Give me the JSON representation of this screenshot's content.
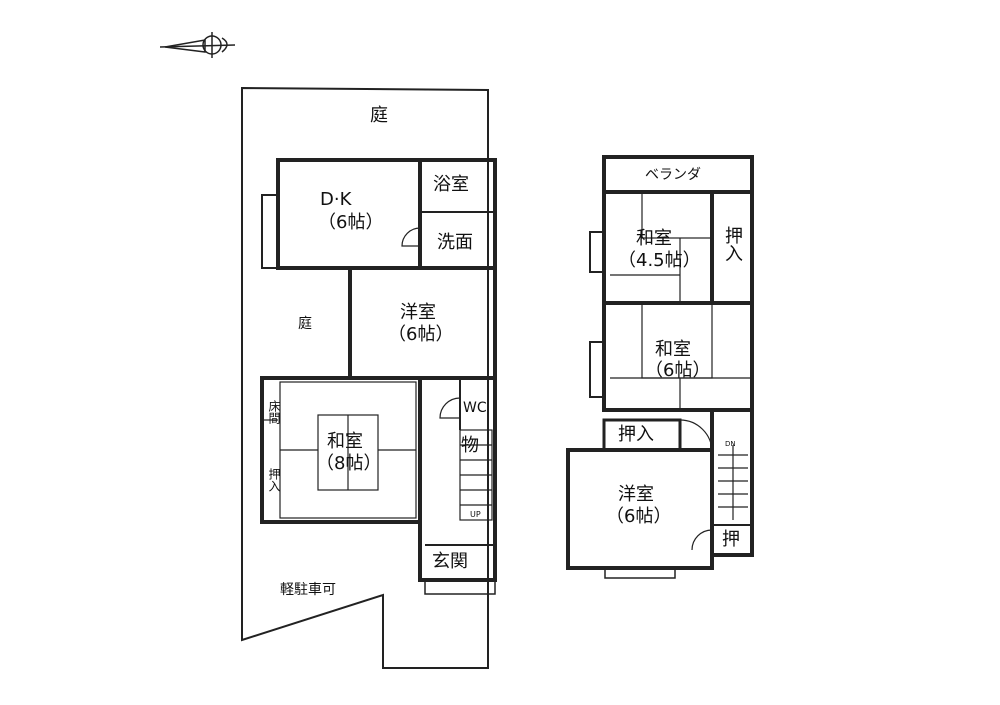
{
  "floor1": {
    "garden_top": "庭",
    "dk": {
      "name": "D·K",
      "size": "（6帖）"
    },
    "bath": "浴室",
    "washroom": "洗面",
    "garden_side": "庭",
    "western_room": {
      "name": "洋室",
      "size": "（6帖）"
    },
    "japanese_room": {
      "name": "和室",
      "size": "（8帖）"
    },
    "tokonoma": "床間",
    "closet": "押入",
    "wc": "WC",
    "storage": "物",
    "stairs_up": "UP",
    "entrance": "玄関",
    "parking": "軽駐車可"
  },
  "floor2": {
    "veranda": "ベランダ",
    "japanese_room_small": {
      "name": "和室",
      "size": "（4.5帖）"
    },
    "closet_right": "押入",
    "japanese_room": {
      "name": "和室",
      "size": "（6帖）"
    },
    "closet_mid": "押入",
    "western_room": {
      "name": "洋室",
      "size": "（6帖）"
    },
    "stairs_down": "DN",
    "closet_small": "押"
  }
}
